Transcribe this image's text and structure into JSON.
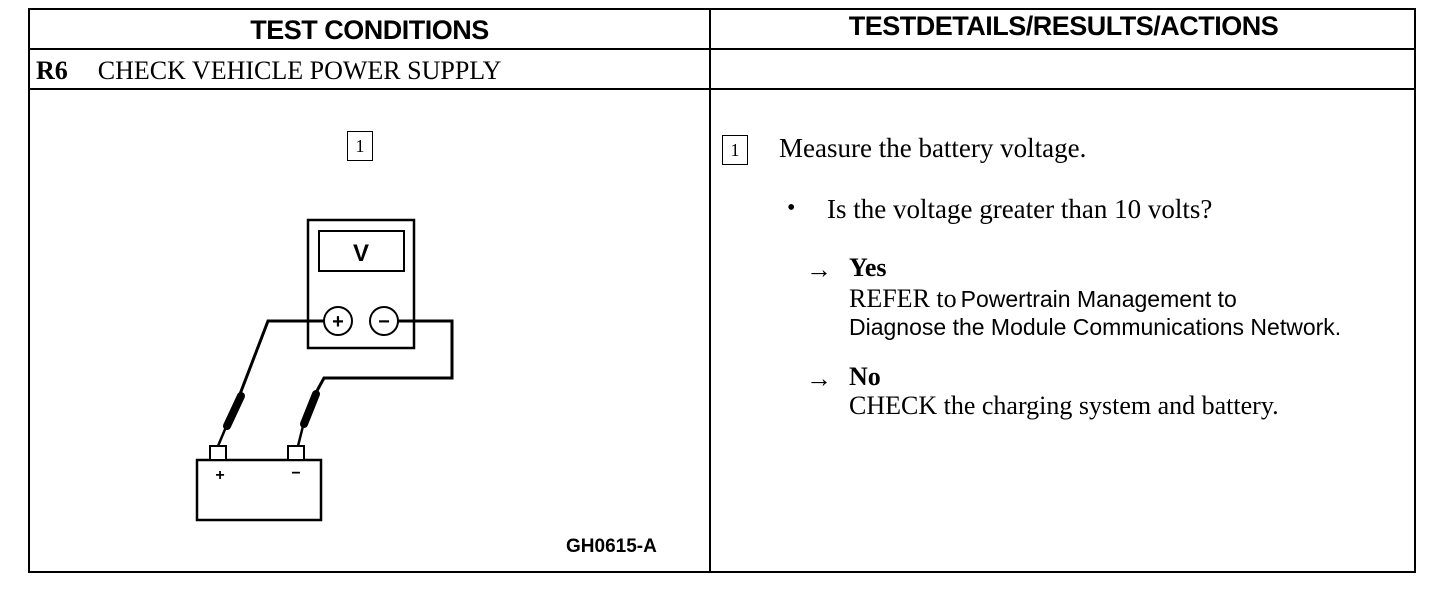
{
  "header": {
    "left": "TEST CONDITIONS",
    "right": "TESTDETAILS/RESULTS/ACTIONS"
  },
  "section": {
    "id": "R6",
    "title": "CHECK VEHICLE POWER SUPPLY"
  },
  "figure": {
    "step_number": "1",
    "meter_label": "V",
    "plus_symbol": "+",
    "minus_symbol": "−",
    "battery_plus": "+",
    "battery_minus": "−",
    "code": "GH0615-A"
  },
  "details": {
    "step_number": "1",
    "instruction": "Measure the battery voltage.",
    "bullet": "•",
    "question": "Is the voltage greater than 10 volts?",
    "results": [
      {
        "arrow": "→",
        "answer": "Yes",
        "action_prefix": "REFER to",
        "action_line1": "Powertrain Management to",
        "action_line2": "Diagnose the Module Communications Network."
      },
      {
        "arrow": "→",
        "answer": "No",
        "action": "CHECK the charging system and battery."
      }
    ]
  }
}
